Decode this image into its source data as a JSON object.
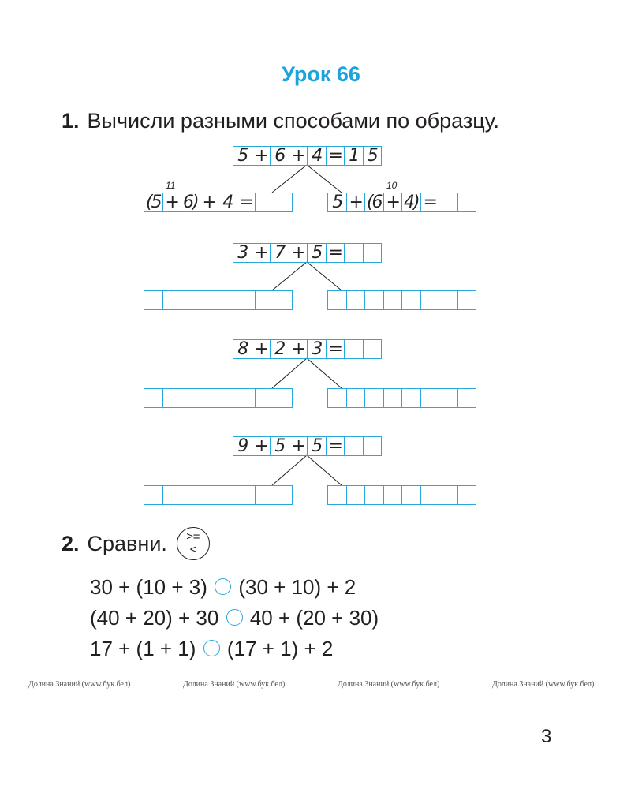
{
  "lesson_title": "Урок 66",
  "task1": {
    "number": "1.",
    "text": "Вычисли разными способами по образцу.",
    "groups": [
      {
        "top": [
          "5",
          "+",
          "6",
          "+",
          "4",
          "=",
          "1",
          "5"
        ],
        "left": [
          "(5",
          "+",
          "6)",
          "+",
          "4",
          "=",
          "",
          ""
        ],
        "right": [
          "5",
          "+",
          "(6",
          "+",
          "4)",
          "=",
          "",
          ""
        ],
        "left_note": "11",
        "right_note": "10"
      },
      {
        "top": [
          "3",
          "+",
          "7",
          "+",
          "5",
          "=",
          "",
          ""
        ],
        "left": [
          "",
          "",
          "",
          "",
          "",
          "",
          "",
          ""
        ],
        "right": [
          "",
          "",
          "",
          "",
          "",
          "",
          "",
          ""
        ]
      },
      {
        "top": [
          "8",
          "+",
          "2",
          "+",
          "3",
          "=",
          "",
          ""
        ],
        "left": [
          "",
          "",
          "",
          "",
          "",
          "",
          "",
          ""
        ],
        "right": [
          "",
          "",
          "",
          "",
          "",
          "",
          "",
          ""
        ]
      },
      {
        "top": [
          "9",
          "+",
          "5",
          "+",
          "5",
          "=",
          "",
          ""
        ],
        "left": [
          "",
          "",
          "",
          "",
          "",
          "",
          "",
          ""
        ],
        "right": [
          "",
          "",
          "",
          "",
          "",
          "",
          "",
          ""
        ]
      }
    ]
  },
  "task2": {
    "number": "2.",
    "text": "Сравни.",
    "sign_icon": ">\n<=",
    "rows": [
      {
        "left": "30 + (10 + 3)",
        "right": "(30 + 10) + 2"
      },
      {
        "left": "(40 + 20) + 30",
        "right": "40 + (20 + 30)"
      },
      {
        "left": "17 + (1 + 1)",
        "right": "(17 + 1) + 2"
      }
    ]
  },
  "watermark": "Долина Знаний (www.бук.бел)",
  "page_number": "3"
}
